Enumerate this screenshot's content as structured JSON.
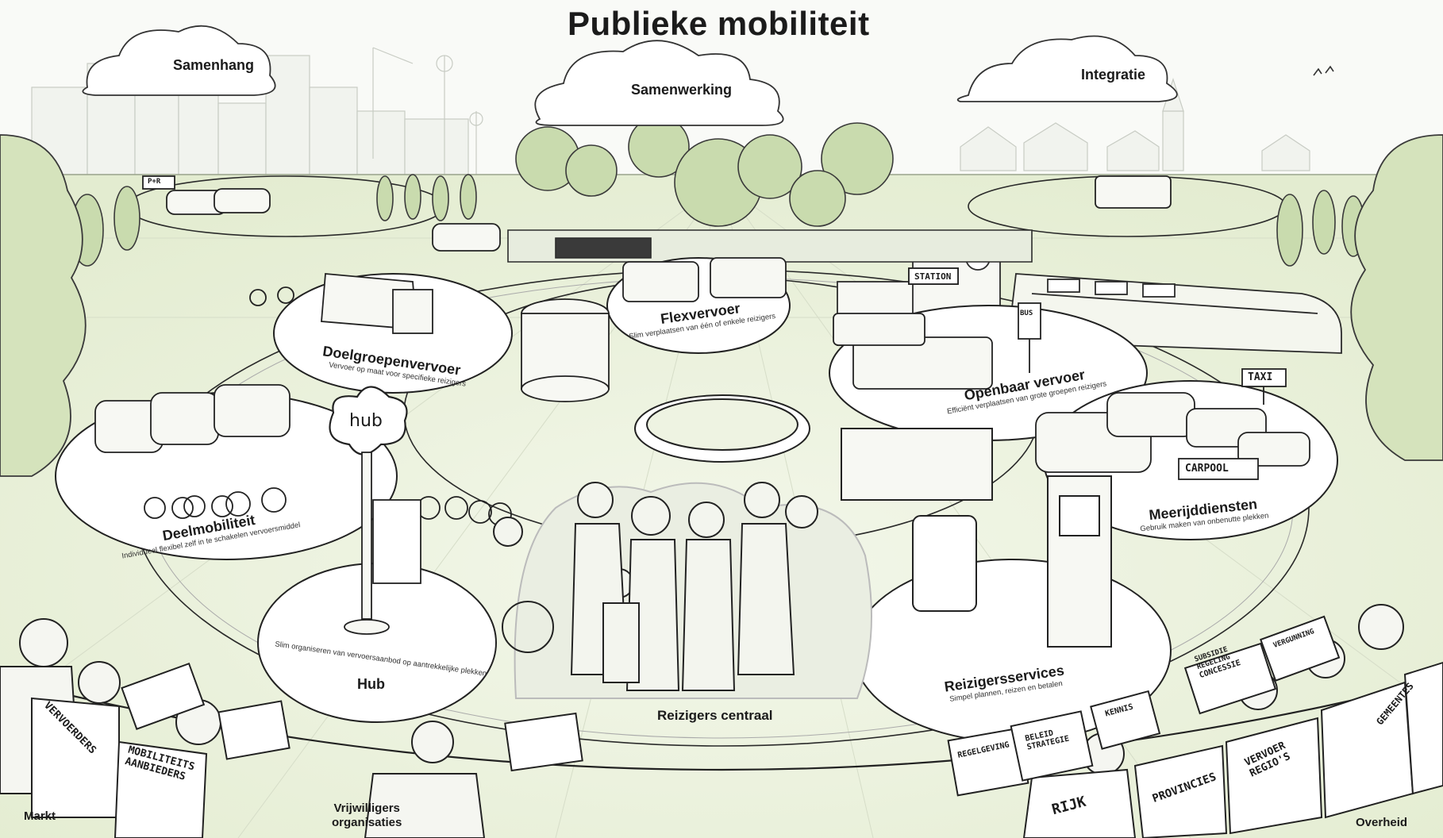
{
  "title": "Publieke mobiliteit",
  "clouds": {
    "samenhang": "Samenhang",
    "samenwerking": "Samenwerking",
    "integratie": "Integratie"
  },
  "services": {
    "doelgroepenvervoer": {
      "title": "Doelgroepenvervoer",
      "subtitle": "Vervoer op maat voor specifieke reizigers"
    },
    "flexvervoer": {
      "title": "Flexvervoer",
      "subtitle": "Slim verplaatsen van één of enkele reizigers"
    },
    "openbaar_vervoer": {
      "title": "Openbaar vervoer",
      "subtitle": "Efficiënt verplaatsen van grote groepen reizigers"
    },
    "deelmobiliteit": {
      "title": "Deelmobiliteit",
      "subtitle": "Individueel flexibel zelf in te schakelen vervoersmiddel"
    },
    "meerijddiensten": {
      "title": "Meerijddiensten",
      "subtitle": "Gebruik maken van onbenutte plekken"
    },
    "hub": {
      "title": "Hub",
      "subtitle": "Slim organiseren van vervoersaanbod op aantrekkelijke plekken"
    },
    "reizigersservices": {
      "title": "Reizigersservices",
      "subtitle": "Simpel plannen, reizen en betalen"
    }
  },
  "center_label": "Reizigers centraal",
  "corners": {
    "markt": "Markt",
    "vrijwilligers": [
      "Vrijwilligers",
      "organisaties"
    ],
    "overheid": "Overheid"
  },
  "signs": {
    "hub": "hub",
    "station": "STATION",
    "bus": "BUS",
    "taxi": "TAXI",
    "carpool": "CARPOOL",
    "pr": "P+R"
  },
  "chairs": {
    "vervoerders": "VERVOERDERS",
    "mobiliteitsaanbieders": "MOBILITEITS AANBIEDERS",
    "rijk": "RIJK",
    "provincies": "PROVINCIES",
    "vervoerregios": "VERVOER REGIO'S",
    "gemeentes": "GEMEENTES"
  },
  "papers": {
    "regelgeving": "REGELGEVING",
    "beleid": "BELEID STRATEGIE",
    "kennis": "KENNIS",
    "concessie": "CONCESSIE",
    "subsidie": "SUBSIDIE REGELING",
    "vergunning": "VERGUNNING"
  },
  "colors": {
    "ink": "#1b1b1b",
    "ground": "#eef3e2",
    "tree": "#c9dbae",
    "accent_green": "#b8d19a"
  }
}
